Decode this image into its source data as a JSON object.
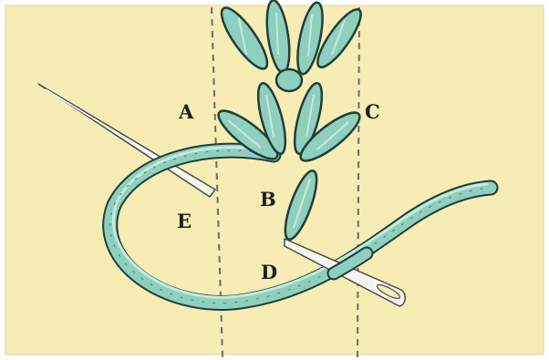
{
  "labels": {
    "a": "A",
    "b": "B",
    "c": "C",
    "d": "D",
    "e": "E"
  },
  "colors": {
    "background": "#f7ecb4",
    "thread_fill": "#8fcfbd",
    "thread_outline": "#1f3f38",
    "thread_highlight": "#c4ebdf",
    "guide_line": "#6b6b6b",
    "needle": "#f5f5ef",
    "needle_outline": "#4a4a4a"
  }
}
